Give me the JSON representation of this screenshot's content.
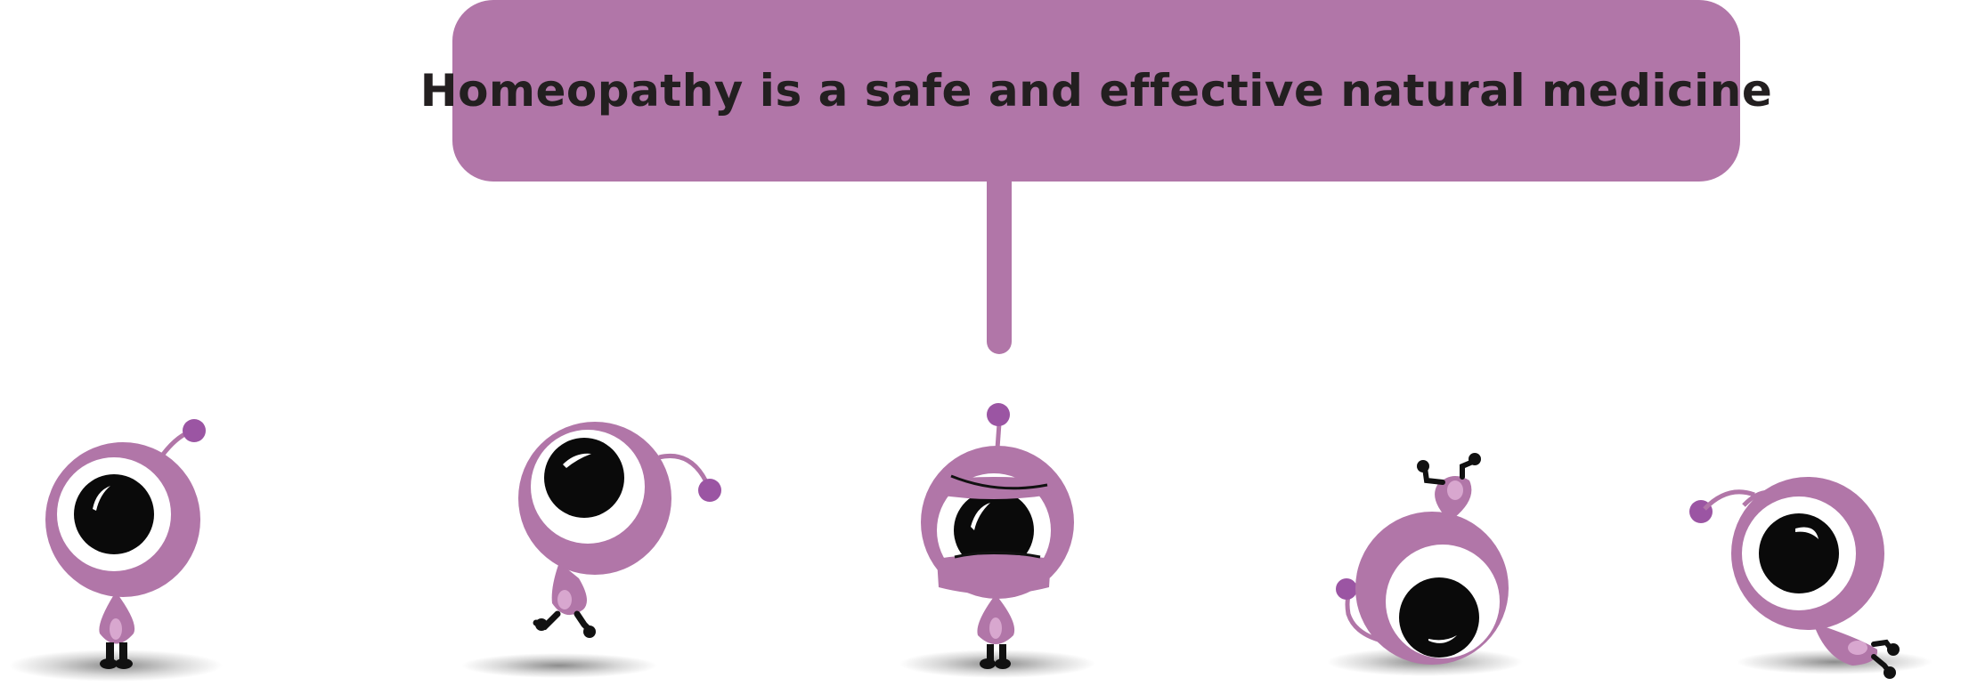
{
  "speech_bubble": {
    "text": "Homeopathy is a safe and effective natural medicine"
  },
  "colors": {
    "bubble": "#b176a8",
    "character_body": "#b176a8",
    "antenna_ball": "#9b55a3",
    "pupil": "#0a0a0a",
    "sclera": "#ffffff",
    "text": "#231f20"
  },
  "characters": [
    {
      "pose": "standing-looking-up"
    },
    {
      "pose": "jumping"
    },
    {
      "pose": "standing-eyes-half-closed"
    },
    {
      "pose": "tumbling-upside-down"
    },
    {
      "pose": "lying-down"
    }
  ]
}
